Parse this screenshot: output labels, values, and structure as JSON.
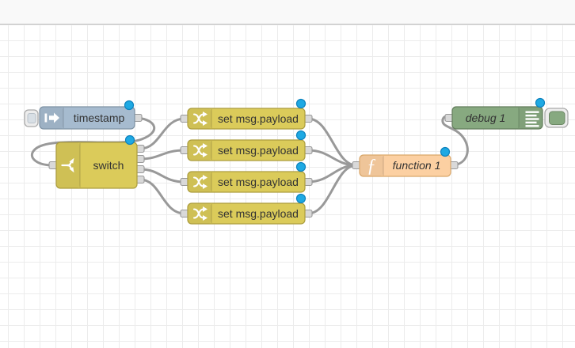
{
  "nodes": {
    "inject": {
      "label": "timestamp"
    },
    "switch": {
      "label": "switch"
    },
    "change1": {
      "label": "set msg.payload"
    },
    "change2": {
      "label": "set msg.payload"
    },
    "change3": {
      "label": "set msg.payload"
    },
    "change4": {
      "label": "set msg.payload"
    },
    "function": {
      "label": "function 1",
      "icon_glyph": "ƒ"
    },
    "debug": {
      "label": "debug 1"
    }
  },
  "colors": {
    "inject_fill": "#a6bbcf",
    "rules_fill": "#dbcb5a",
    "function_fill": "#fcd0a2",
    "debug_fill": "#87a980",
    "wire": "#999999",
    "port_fill": "#d9d9d9",
    "changed_dot": "#1ea9e3",
    "grid_line": "#ececec",
    "header_bg": "#f9f9f9"
  }
}
